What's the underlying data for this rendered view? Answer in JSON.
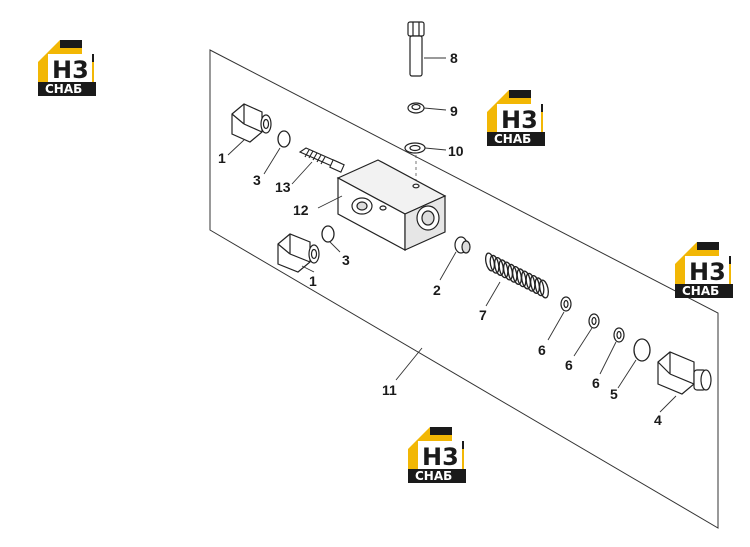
{
  "diagram": {
    "callouts": {
      "c1a": "1",
      "c1b": "1",
      "c2": "2",
      "c3a": "3",
      "c3b": "3",
      "c4": "4",
      "c5": "5",
      "c6a": "6",
      "c6b": "6",
      "c6c": "6",
      "c7": "7",
      "c8": "8",
      "c9": "9",
      "c10": "10",
      "c11": "11",
      "c12": "12",
      "c13": "13"
    }
  },
  "logo": {
    "letters": "H3",
    "wordmark": "СНАБ",
    "colors": {
      "roof": "#f2b705",
      "dark": "#1a1a1a",
      "light": "#ffffff"
    }
  }
}
